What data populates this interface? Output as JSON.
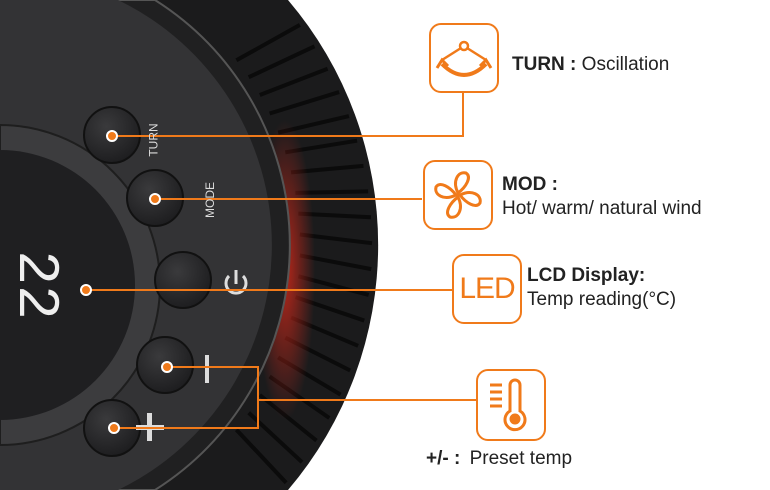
{
  "panel": {
    "display_value": "22",
    "turn_label": "TURN",
    "mode_label": "MODE"
  },
  "callouts": {
    "turn": {
      "title": "TURN :",
      "desc": "Oscillation",
      "icon": "oscillation-icon"
    },
    "mod": {
      "title": "MOD :",
      "desc": "Hot/ warm/ natural wind",
      "icon": "fan-icon"
    },
    "lcd": {
      "title": "LCD Display:",
      "desc": "Temp reading(°C)",
      "icon_text": "LED"
    },
    "temp": {
      "title": "+/- :",
      "desc": "Preset temp",
      "icon": "thermometer-icon"
    }
  },
  "colors": {
    "accent": "#f07a1a",
    "panel": "#2e2e30"
  }
}
